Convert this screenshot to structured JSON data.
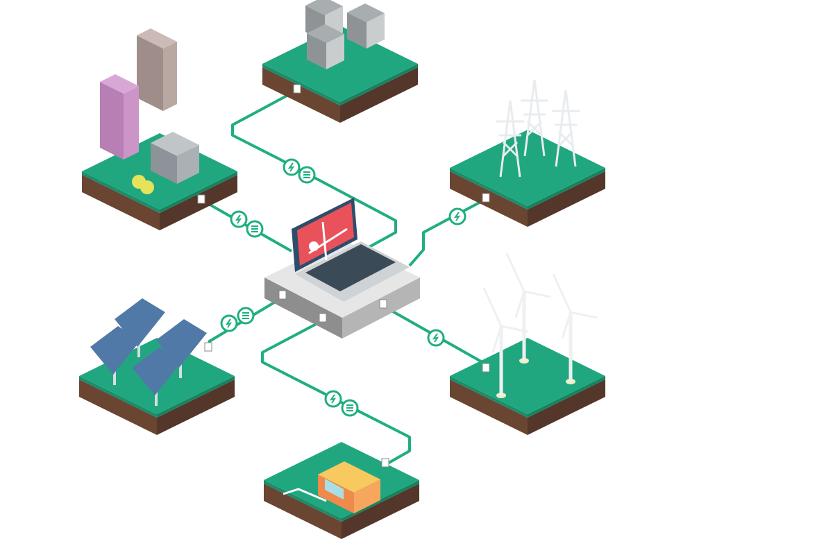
{
  "colors": {
    "grass": "#21a77f",
    "grass_side": "#1a8d6a",
    "soil": "#6a4531",
    "soil_dark": "#54372a",
    "wire": "#1fae80",
    "hub_top": "#e6e6e6",
    "hub_side": "#9a9a9a",
    "screen": "#e9525b",
    "screen_frame": "#2e4d6b"
  },
  "nodes": [
    {
      "id": "batteries",
      "icon": "battery-storage-icon"
    },
    {
      "id": "city",
      "icon": "city-buildings-icon"
    },
    {
      "id": "transmission",
      "icon": "power-pylon-icon"
    },
    {
      "id": "hub",
      "icon": "laptop-icon"
    },
    {
      "id": "solar",
      "icon": "solar-panel-icon"
    },
    {
      "id": "wind",
      "icon": "wind-turbine-icon"
    },
    {
      "id": "ev",
      "icon": "electric-car-icon"
    }
  ],
  "link_badges": [
    "lightning-bolt-icon",
    "data-list-icon"
  ]
}
